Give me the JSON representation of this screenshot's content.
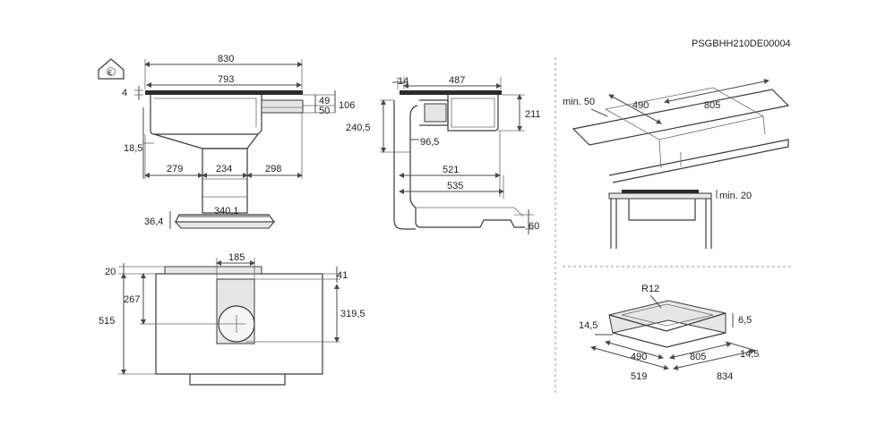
{
  "drawing_code": "PSGBHH210DE00004",
  "top_view": {
    "overall_width": "830",
    "glass_width": "793",
    "thickness_top": "4",
    "height_49": "49",
    "height_50": "50",
    "height_106": "106",
    "offset_left": "18,5",
    "seg_left": "279",
    "seg_mid": "234",
    "seg_right": "298",
    "outlet_width": "340,1",
    "outlet_height": "36,4"
  },
  "side_view": {
    "offset_14": "14",
    "width_487": "487",
    "depth_211": "211",
    "depth_240": "240,5",
    "dim_96": "96,5",
    "depth_521": "521",
    "depth_535": "535",
    "height_60": "60"
  },
  "plan_view": {
    "dim_20": "20",
    "dim_185": "185",
    "dim_41": "41",
    "dim_267": "267",
    "dim_319": "319,5",
    "dim_515": "515"
  },
  "cutout_view": {
    "min_front": "min. 50",
    "cut_depth": "490",
    "cut_width": "805",
    "min_side": "min. 20"
  },
  "frame_view": {
    "radius": "R12",
    "frame_height": "6,5",
    "edge_left": "14,5",
    "edge_right": "14,5",
    "inner_depth": "490",
    "inner_width": "805",
    "outer_depth": "519",
    "outer_width": "834"
  }
}
